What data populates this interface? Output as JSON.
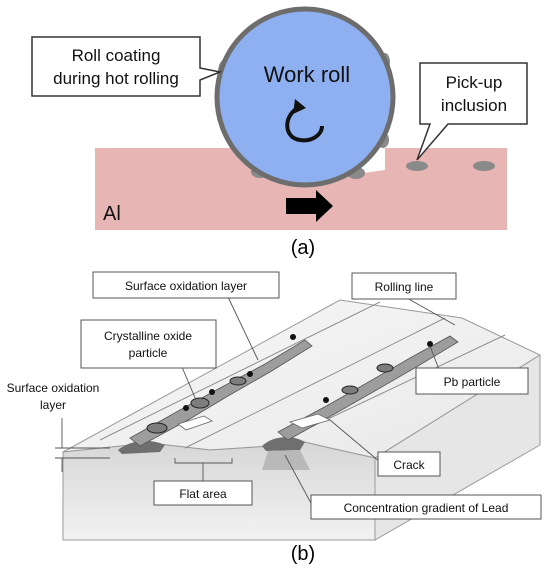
{
  "panel_a": {
    "caption": "(a)",
    "roll_label": "Work roll",
    "material_label": "Al",
    "callout_left_line1": "Roll coating",
    "callout_left_line2": "during hot rolling",
    "callout_right_line1": "Pick-up",
    "callout_right_line2": "inclusion",
    "colors": {
      "roll": "#8fb0f0",
      "roll_edge": "#6d6d6d",
      "strip": "#e8b5b5",
      "deposit": "#8a8a8a"
    }
  },
  "panel_b": {
    "caption": "(b)",
    "labels": {
      "surface_oxidation_layer_box": "Surface oxidation layer",
      "rolling_line": "Rolling line",
      "crystalline_oxide_line1": "Crystalline oxide",
      "crystalline_oxide_line2": "particle",
      "pb_particle": "Pb particle",
      "surface_oxidation_side_line1": "Surface oxidation",
      "surface_oxidation_side_line2": "layer",
      "crack": "Crack",
      "flat_area": "Flat area",
      "concentration_gradient": "Concentration gradient of Lead"
    }
  }
}
